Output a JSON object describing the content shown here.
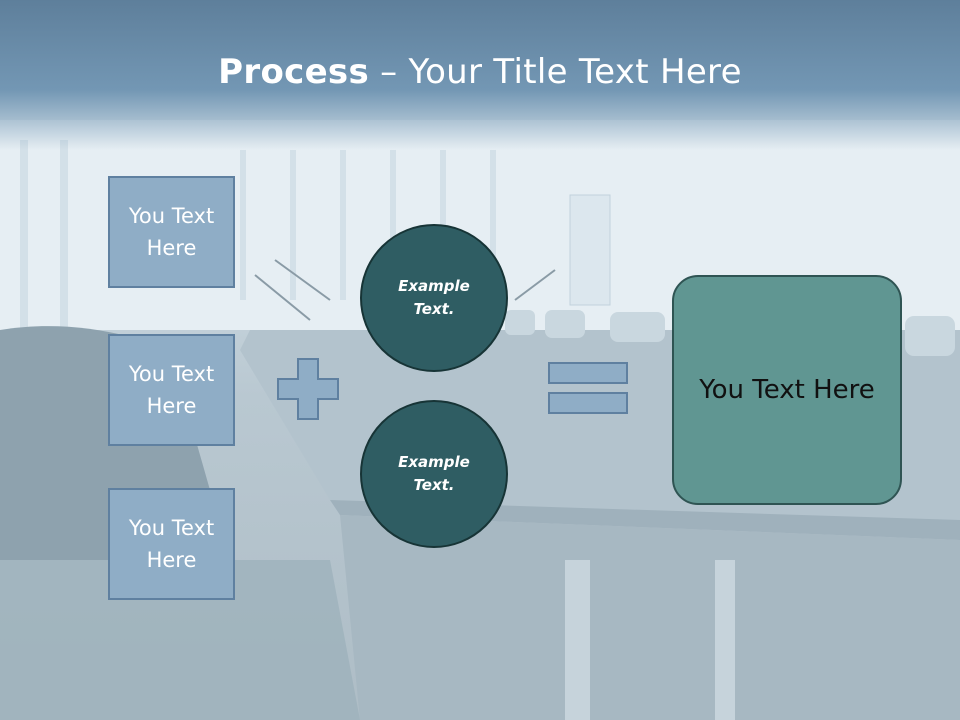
{
  "title": {
    "bold": "Process",
    "rest": " – Your Title Text Here"
  },
  "boxes": [
    {
      "label": "You Text Here"
    },
    {
      "label": "You Text Here"
    },
    {
      "label": "You Text Here"
    }
  ],
  "circles": [
    {
      "label": "Example Text."
    },
    {
      "label": "Example Text."
    }
  ],
  "operators": {
    "plus_icon": "plus-icon",
    "equals_icon": "equals-icon"
  },
  "result": {
    "label": "You Text Here"
  },
  "colors": {
    "title_bar": "#6f93b1",
    "box_fill": "#8fadc6",
    "circle_fill": "#2f5d63",
    "result_fill": "#609692"
  }
}
